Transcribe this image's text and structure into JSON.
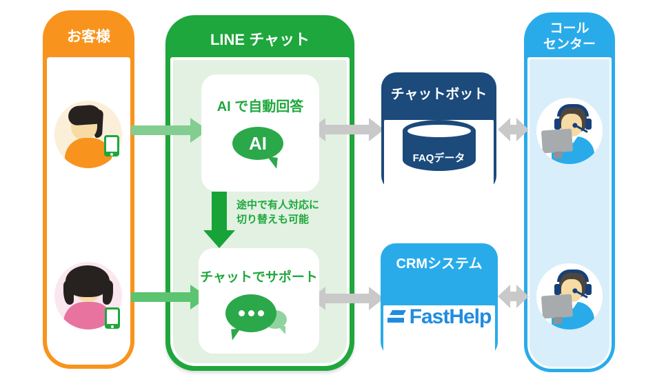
{
  "page": {
    "type": "customer-support-flow-diagram",
    "background": "#ffffff"
  },
  "colors": {
    "orange": "#F8941D",
    "green": "#1EA73C",
    "light_green_panel": "#E2F1E2",
    "bubble_green": "#2BA84A",
    "bubble_light_green": "#8FD49E",
    "arrow_green_light": "#83CD90",
    "arrow_green": "#5CC471",
    "arrow_dark_green": "#18A338",
    "arrow_gray": "#C9C9C9",
    "navy": "#1B4A7B",
    "blue": "#29ABEA",
    "light_blue_panel": "#D9EEFB",
    "fasthelp_blue": "#1E8CE0"
  },
  "customer": {
    "header": "お客様"
  },
  "line": {
    "header": "LINE チャット",
    "ai_box": {
      "title": "AI で自動回答",
      "bubble_label": "AI"
    },
    "switch_note_line1": "途中で有人対応に",
    "switch_note_line2": "切り替えも可能",
    "chat_box": {
      "title": "チャットでサポート"
    }
  },
  "chatbot": {
    "header": "チャットボット",
    "database_label": "FAQデータ"
  },
  "crm": {
    "header": "CRMシステム",
    "logo_text": "FastHelp"
  },
  "call_center": {
    "header_line1": "コール",
    "header_line2": "センター"
  },
  "icons": {
    "customer_male": "person-with-smartphone",
    "customer_female": "person-with-smartphone",
    "ai_bubble": "speech-bubble",
    "chat_bubbles": "double-speech-bubbles",
    "faq_database": "database-cylinder",
    "operator": "agent-with-headset-and-monitor",
    "arrows": "flow-arrows"
  }
}
